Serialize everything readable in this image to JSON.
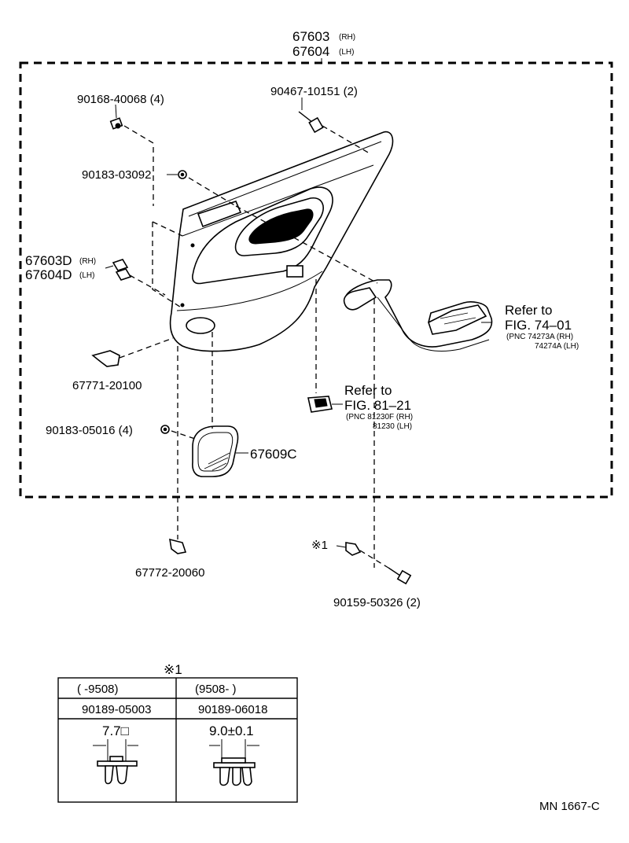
{
  "assembly": {
    "rh": "67603",
    "rh_side": "(RH)",
    "lh": "67604",
    "lh_side": "(LH)"
  },
  "parts": {
    "p1": "90168-40068 (4)",
    "p2": "90467-10151 (2)",
    "p3": "90183-03092",
    "p4_rh": "67603D",
    "p4_rh_side": "(RH)",
    "p4_lh": "67604D",
    "p4_lh_side": "(LH)",
    "p5": "67771-20100",
    "p6": "90183-05016 (4)",
    "p7": "67609C",
    "p8": "67772-20060",
    "p9": "90159-50326 (2)",
    "p10_mark": "※1"
  },
  "refs": {
    "r1": {
      "line1": "Refer to",
      "line2": "FIG. 74–01",
      "pnc1": "(PNC 74273A (RH)",
      "pnc2": "74274A (LH)"
    },
    "r2": {
      "line1": "Refer to",
      "line2": "FIG. 81–21",
      "pnc1": "(PNC 81230F (RH)",
      "pnc2": "81230   (LH)"
    }
  },
  "table": {
    "title": "※1",
    "col1": {
      "range": "(        -9508)",
      "part": "90189-05003",
      "dim": "7.7□"
    },
    "col2": {
      "range": "(9508-          )",
      "part": "90189-06018",
      "dim": "9.0±0.1"
    }
  },
  "footer": {
    "code": "MN 1667-C"
  }
}
